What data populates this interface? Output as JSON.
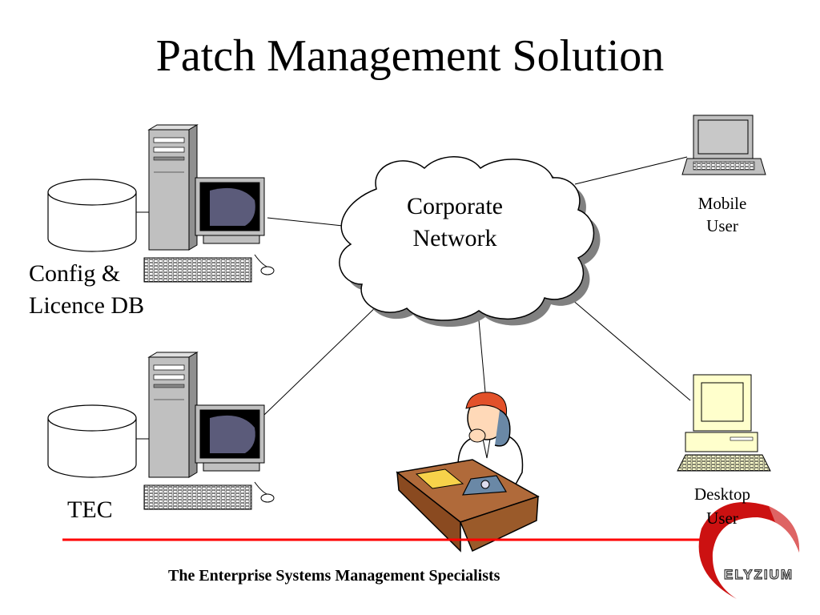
{
  "slide": {
    "title": "Patch Management Solution"
  },
  "nodes": {
    "config_db": {
      "label_line1": "Config &",
      "label_line2": "Licence DB"
    },
    "tec": {
      "label": "TEC"
    },
    "network": {
      "label_line1": "Corporate",
      "label_line2": "Network"
    },
    "mobile_user": {
      "label_line1": "Mobile",
      "label_line2": "User"
    },
    "desktop_user": {
      "label_line1": "Desktop",
      "label_line2": "User"
    }
  },
  "footer": {
    "tagline": "The Enterprise Systems Management Specialists",
    "brand": "ELYZIUM"
  },
  "colors": {
    "accent_line": "#ff0000",
    "brand_red": "#cc1111",
    "desk": "#a0522d",
    "desktop_cream": "#ffffcc",
    "server_gray": "#c0c0c0"
  },
  "icons": [
    "database-icon",
    "server-workstation-icon",
    "cloud-icon",
    "laptop-icon",
    "desktop-pc-icon",
    "helpdesk-person-icon",
    "elyzium-logo-icon"
  ]
}
